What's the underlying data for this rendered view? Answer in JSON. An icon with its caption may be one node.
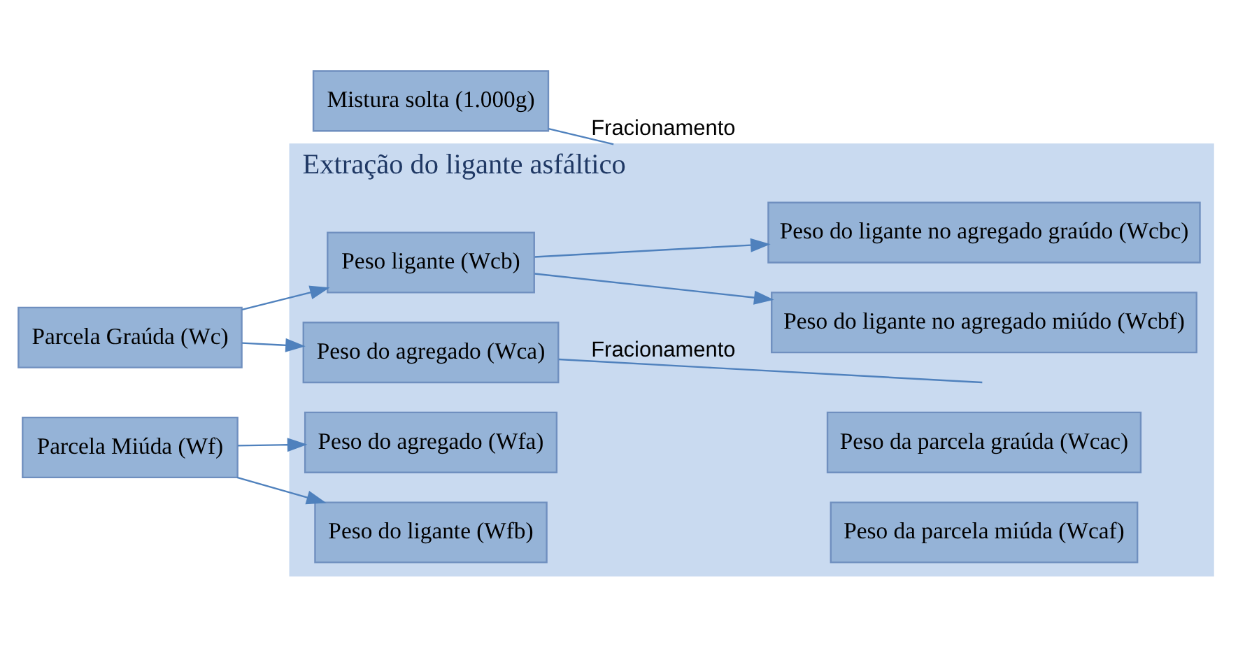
{
  "diagram": {
    "nodes": [
      {
        "text": [
          "Extração do ligante asfáltico"
        ]
      },
      {
        "text": [
          "Mistura solta (1.000g)"
        ]
      },
      {
        "text": [
          "Parcela Graúda (Wc)"
        ]
      },
      {
        "text": [
          "Parcela Miúda (Wf)"
        ]
      },
      {
        "text": [
          "Peso do agregado (Wca)"
        ],
        "in": 0
      },
      {
        "text": [
          "Peso ligante (Wcb)"
        ],
        "in": 0
      },
      {
        "text": [
          "Peso da parcela graúda (Wcac)"
        ],
        "in": 0
      },
      {
        "text": [
          "Peso da parcela miúda (Wcaf)"
        ],
        "in": 0
      },
      {
        "text": [
          "Peso do ligante no agregado graúdo (Wcbc)"
        ],
        "in": 0
      },
      {
        "text": [
          "Peso do ligante no agregado miúdo (Wcbf)"
        ],
        "in": 0
      },
      {
        "text": [
          "Peso do agregado (Wfa)"
        ],
        "in": 0
      },
      {
        "text": [
          "Peso do ligante (Wfb)"
        ],
        "in": 0
      }
    ],
    "edges": [
      {
        "from": 1,
        "to": 0,
        "arrow": "none",
        "label": "Fracionamento"
      },
      {
        "from": 2,
        "to": 4,
        "arrow": "to"
      },
      {
        "from": 2,
        "to": 5,
        "arrow": "to"
      },
      {
        "from": 3,
        "to": 10,
        "arrow": "to"
      },
      {
        "from": 3,
        "to": 11,
        "arrow": "to"
      },
      {
        "from": 4,
        "to": null,
        "arrow": "none",
        "label": "Fracionamento"
      },
      {
        "from": 5,
        "to": 8,
        "arrow": "to"
      },
      {
        "from": 5,
        "to": 9,
        "arrow": "to"
      }
    ]
  }
}
